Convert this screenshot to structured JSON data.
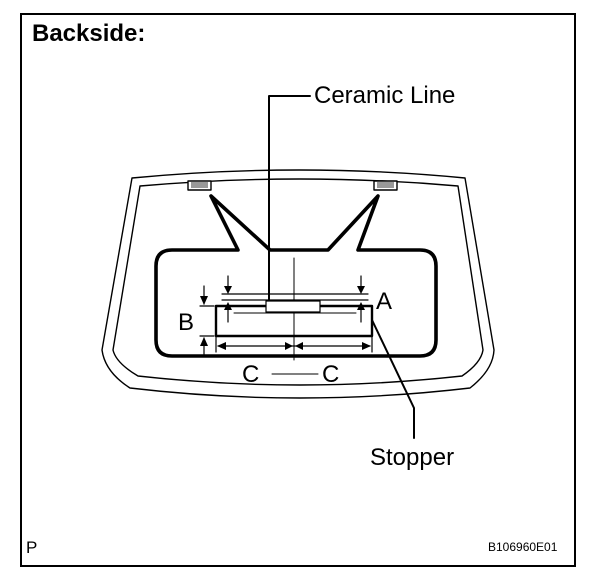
{
  "title": "Backside:",
  "labels": {
    "ceramic_line": "Ceramic Line",
    "stopper": "Stopper",
    "dim_a": "A",
    "dim_b": "B",
    "dim_c_left": "C",
    "dim_c_right": "C"
  },
  "footer": {
    "page_marker": "P",
    "figure_code": "B106960E01"
  }
}
